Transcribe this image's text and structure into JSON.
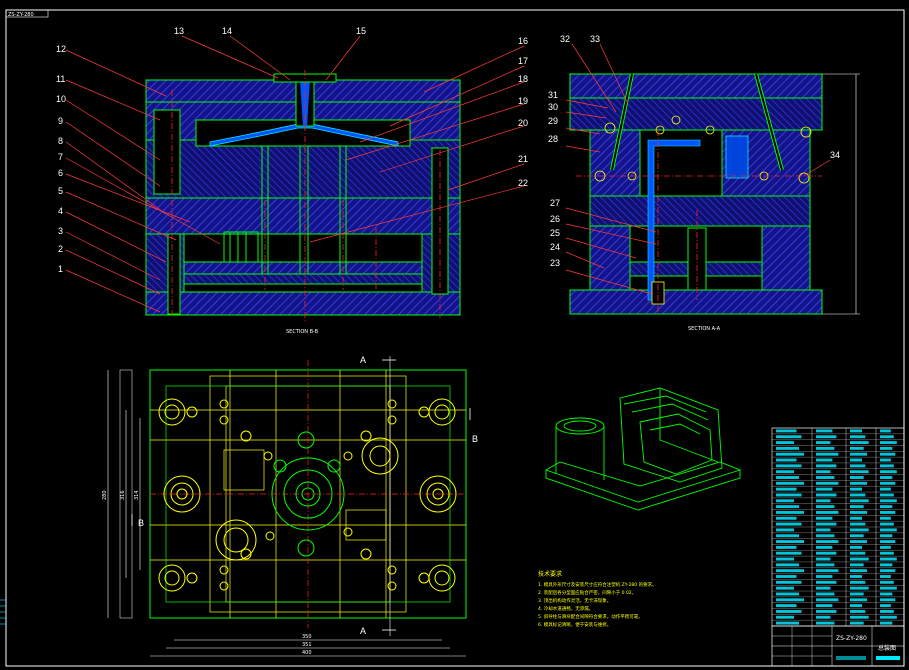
{
  "drawing_number": "ZS-ZY-280",
  "corner_tag": "ZS-ZY-280",
  "drawing_title": "总装图",
  "section_bb_label": "SECTION B-B",
  "section_aa_label": "SECTION A-A",
  "plan_markers": {
    "a": "A",
    "b": "B"
  },
  "part_numbers_bb": [
    "1",
    "2",
    "3",
    "4",
    "5",
    "6",
    "7",
    "8",
    "9",
    "10",
    "11",
    "12",
    "13",
    "14",
    "15",
    "16",
    "17",
    "18",
    "19",
    "20",
    "21",
    "22"
  ],
  "part_numbers_aa": [
    "23",
    "24",
    "25",
    "26",
    "27",
    "28",
    "29",
    "30",
    "31",
    "32",
    "33",
    "34"
  ],
  "dimensions": {
    "width_inner": "350",
    "width_mid": "351",
    "width_outer": "400",
    "height_outer": "280",
    "height_mid": "316",
    "height_inner": "314"
  },
  "notes_title": "技术要求",
  "notes": [
    "1. 模具外形尺寸及安装尺寸应符合注塑机 ZY-280 的要求。",
    "2. 装配后各分型面应贴合严密，间隙小于 0.02。",
    "3. 顶出机构动作灵活，无卡滞现象。",
    "4. 冷却水道通畅，无渗漏。",
    "5. 斜导柱与滑块配合间隙符合要求，动作平稳可靠。",
    "6. 模具标记清晰，便于安装与维修。"
  ],
  "colors": {
    "outline": "#00ff00",
    "hatch": "#3a3aff",
    "dash": "#ff2020",
    "yellow": "#ffff00",
    "cyan": "#00e8ff",
    "blue_fill": "#0055ff"
  }
}
